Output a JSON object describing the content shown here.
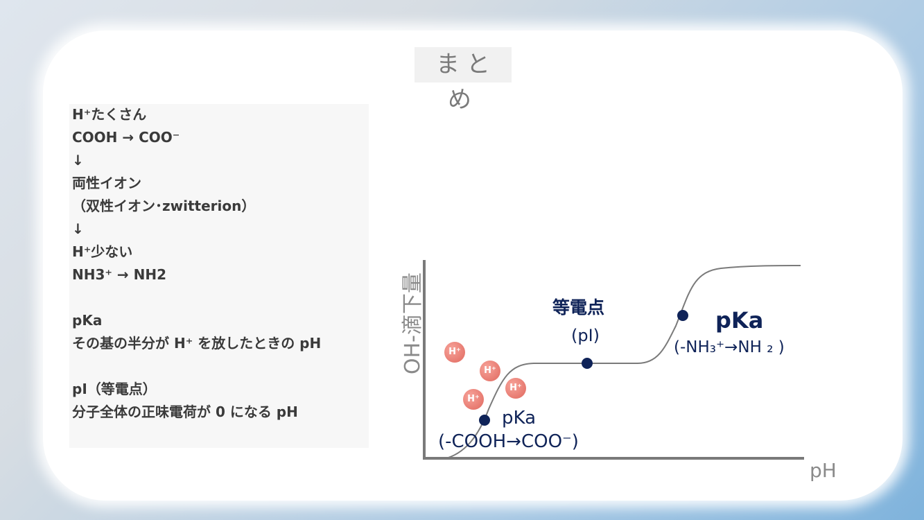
{
  "slide_title": "まとめ",
  "summary_lines": [
    "H⁺たくさん",
    "COOH → COO⁻",
    "↓",
    "両性イオン",
    "（双性イオン･zwitterion）",
    "↓",
    "H⁺少ない",
    "NH3⁺ → NH2",
    "",
    "pKa",
    "その基の半分が H⁺ を放したときの pH",
    "",
    "pI（等電点）",
    "分子全体の正味電荷が 0 になる pH"
  ],
  "diagram": {
    "y_axis_label": "OH-滴下量",
    "x_axis_label": "pH",
    "isoelectric_label": "等電点",
    "isoelectric_sub": "(pI)",
    "pka1_label": "pKa",
    "pka1_sub": "(-COOH→COO⁻)",
    "pka2_label": "pKa",
    "pka2_sub": "(-NH₃⁺→NH ₂ )",
    "ion_label": "H⁺",
    "colors": {
      "curve": "#7a7a7a",
      "points": "#0f2358",
      "ions": "#e0685e"
    }
  }
}
